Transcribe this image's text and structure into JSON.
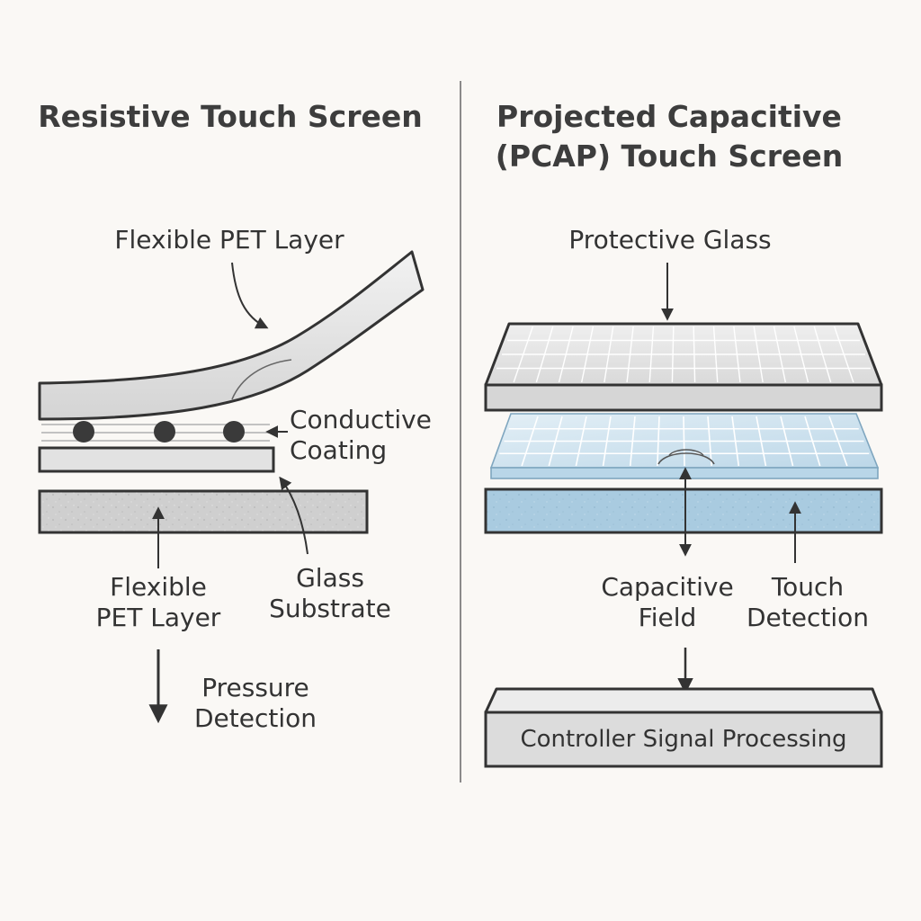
{
  "resistive": {
    "title": "Resistive Touch Screen",
    "labels": {
      "top_layer": "Flexible PET Layer",
      "coating": [
        "Conductive",
        "Coating"
      ],
      "bottom_layer": [
        "Flexible",
        "PET Layer"
      ],
      "substrate": [
        "Glass",
        "Substrate"
      ],
      "pressure": [
        "Pressure",
        "Detection"
      ]
    }
  },
  "pcap": {
    "title": [
      "Projected Capacitive",
      "(PCAP) Touch Screen"
    ],
    "labels": {
      "protective_glass": "Protective Glass",
      "capacitive_field": [
        "Capacitive",
        "Field"
      ],
      "touch_detection": [
        "Touch",
        "Detection"
      ],
      "controller": "Controller Signal Processing"
    }
  },
  "colors": {
    "background": "#faf8f5",
    "line": "#333333",
    "layer_fill": "#e2e2e2",
    "substrate_fill": "#cfcfcf",
    "sensor_fill": "#cfe3ef",
    "base_fill": "#a9cbe0",
    "dot_fill": "#3a3a3a"
  }
}
